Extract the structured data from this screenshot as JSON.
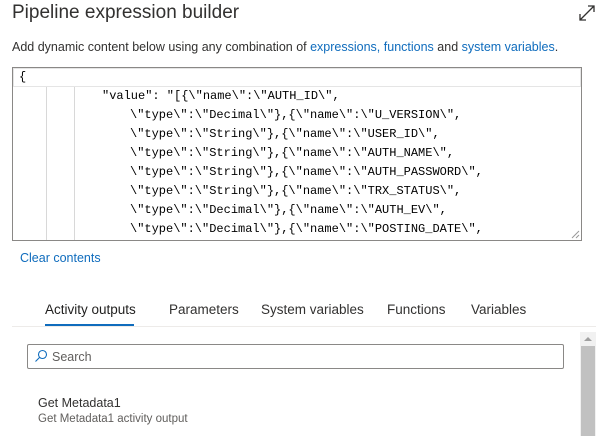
{
  "header": {
    "title": "Pipeline expression builder",
    "expand_icon": "expand-icon"
  },
  "description": {
    "prefix": "Add dynamic content below using any combination of ",
    "link1": "expressions,",
    "link2": "functions",
    "middle": " and ",
    "link3": "system variables",
    "suffix": "."
  },
  "editor": {
    "lines": [
      "{",
      "\"value\": \"[{\\\"name\\\":\\\"AUTH_ID\\\",",
      "\\\"type\\\":\\\"Decimal\\\"},{\\\"name\\\":\\\"U_VERSION\\\",",
      "\\\"type\\\":\\\"String\\\"},{\\\"name\\\":\\\"USER_ID\\\",",
      "\\\"type\\\":\\\"String\\\"},{\\\"name\\\":\\\"AUTH_NAME\\\",",
      "\\\"type\\\":\\\"String\\\"},{\\\"name\\\":\\\"AUTH_PASSWORD\\\",",
      "\\\"type\\\":\\\"String\\\"},{\\\"name\\\":\\\"TRX_STATUS\\\",",
      "\\\"type\\\":\\\"Decimal\\\"},{\\\"name\\\":\\\"AUTH_EV\\\",",
      "\\\"type\\\":\\\"Decimal\\\"},{\\\"name\\\":\\\"POSTING_DATE\\\","
    ]
  },
  "clear_label": "Clear contents",
  "tabs": [
    {
      "label": "Activity outputs",
      "active": true
    },
    {
      "label": "Parameters"
    },
    {
      "label": "System variables"
    },
    {
      "label": "Functions"
    },
    {
      "label": "Variables"
    }
  ],
  "search": {
    "placeholder": "Search",
    "value": ""
  },
  "items": [
    {
      "title": "Get Metadata1",
      "subtitle": "Get Metadata1 activity output"
    }
  ],
  "colors": {
    "accent": "#0f6cbd"
  }
}
